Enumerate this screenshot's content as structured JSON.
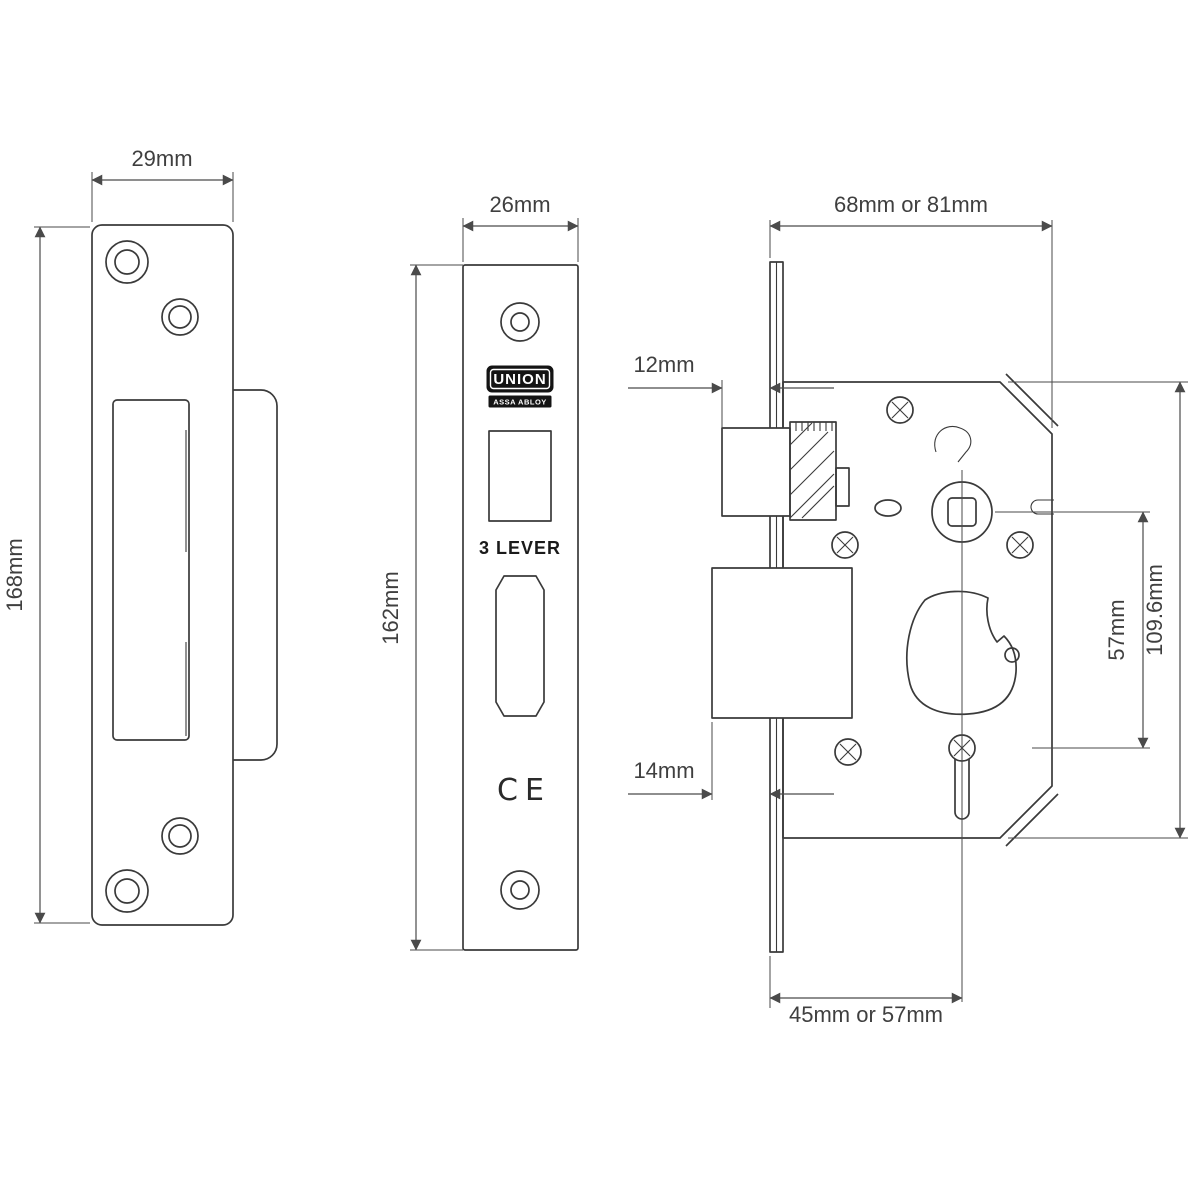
{
  "colors": {
    "line": "#3a3a3a",
    "dimension": "#4a4a4a",
    "background": "#ffffff",
    "logo_bg": "#141414"
  },
  "strike_plate": {
    "width": "29mm",
    "height": "168mm"
  },
  "faceplate": {
    "width": "26mm",
    "height": "162mm",
    "brand": "UNION",
    "brand_sub": "ASSA ABLOY",
    "levers": "3 LEVER",
    "cert": "CE"
  },
  "lock_body": {
    "case_depth": "68mm or 81mm",
    "latch_projection": "12mm",
    "bolt_projection": "14mm",
    "spindle_to_keyhole": "57mm",
    "case_height": "109.6mm",
    "backset": "45mm or 57mm"
  }
}
